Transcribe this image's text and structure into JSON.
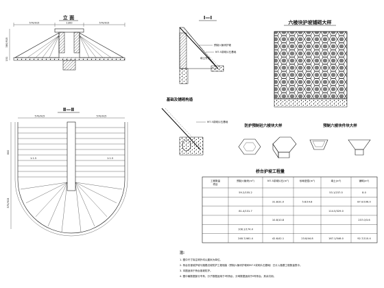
{
  "views": {
    "elevation": {
      "title": "立 面",
      "dim_left": "570/915",
      "dim_mid": "1300",
      "dim_right": "570/915",
      "dim_h1": "380/915",
      "dim_h2": "151"
    },
    "section_1": {
      "title": "Ⅰ—Ⅰ",
      "label_a": "预制六棱块护坡",
      "label_b": "M7.5浆砌片石基础",
      "label_c": "填土夯实"
    },
    "section_2": {
      "title": "Ⅱ—Ⅱ",
      "dim_top_left": "570/915",
      "dim_top_right": "570/915",
      "dim_side": "570/915",
      "dim_h": "800",
      "slope_l": "1:1.5",
      "slope_r": "1:1.5"
    },
    "hex_detail": {
      "title": "六棱块护坡铺砌大样"
    },
    "foundation": {
      "title": "基础及铺砌构造",
      "label": "M7.5浆砌片石基础"
    },
    "block_a": {
      "title": "防护预制砼六棱块大样"
    },
    "block_b": {
      "title": "预制六棱块件块大样"
    }
  },
  "table": {
    "title": "桥台护坡工程量",
    "headers": [
      "工程数量\n项目",
      "预制六棱块(m³)",
      "M7.5浆砌片石(m³)",
      "砂砾垫层(m³)",
      "填土(m³)",
      "铺砌(m²)"
    ],
    "rows": [
      [
        "",
        "59.2/155.2",
        "",
        "",
        "53.1/237.0",
        "8.0"
      ],
      [
        "",
        "",
        "31.8/31.0",
        "5.6/14.8",
        "",
        "87.0/106.0"
      ],
      [
        "",
        "81.4/131.7",
        "",
        "",
        "114.5/329.0",
        ""
      ],
      [
        "",
        "",
        "10.8/10.8",
        "",
        "",
        "237.0/3.6"
      ],
      [
        "",
        "108.1/174.4",
        "",
        "",
        "",
        ""
      ],
      [
        "",
        "248.7/461.4",
        "42.6/42.1",
        "23.8/44.8",
        "167.1/546.0",
        "92.7/110.4"
      ]
    ]
  },
  "notes": {
    "heading": "注:",
    "items": [
      "1. 图中尺寸除注明外均以厘米为单位。",
      "2. 桥台处锥坡护坡与路基边坡防护工程相接（预制六棱块护坡和M7.5浆砌片石基础）已计入路基工程数量表中。",
      "3. 本图适用于桥台锥坡防护。",
      "4. 图中最数据部分专有，分子数据适用于Ⅰ号桥台，分母数据适用于Ⅱ号桥台，其余共用。"
    ]
  },
  "colors": {
    "ink": "#111111",
    "paper": "#ffffff"
  }
}
